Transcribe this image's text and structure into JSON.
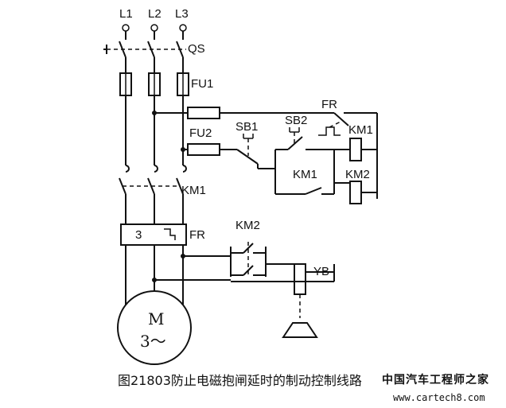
{
  "phases": [
    "L1",
    "L2",
    "L3"
  ],
  "labels": {
    "qs": "QS",
    "fu1": "FU1",
    "fu2": "FU2",
    "fr_top": "FR",
    "sb1": "SB1",
    "sb2": "SB2",
    "km1_coil": "KM1",
    "km1_contact": "KM1",
    "km2_coil": "KM2",
    "km1_main": "KM1",
    "fr_relay": "FR",
    "fr_num": "3",
    "km2_contacts": "KM2",
    "yb": "YB",
    "motor_m": "M",
    "motor_spec": "3～"
  },
  "caption": "图21803防止电磁抱闸延时的制动控制线路",
  "watermark": {
    "title": "中国汽车工程师之家",
    "url": "www.cartech8.com"
  }
}
